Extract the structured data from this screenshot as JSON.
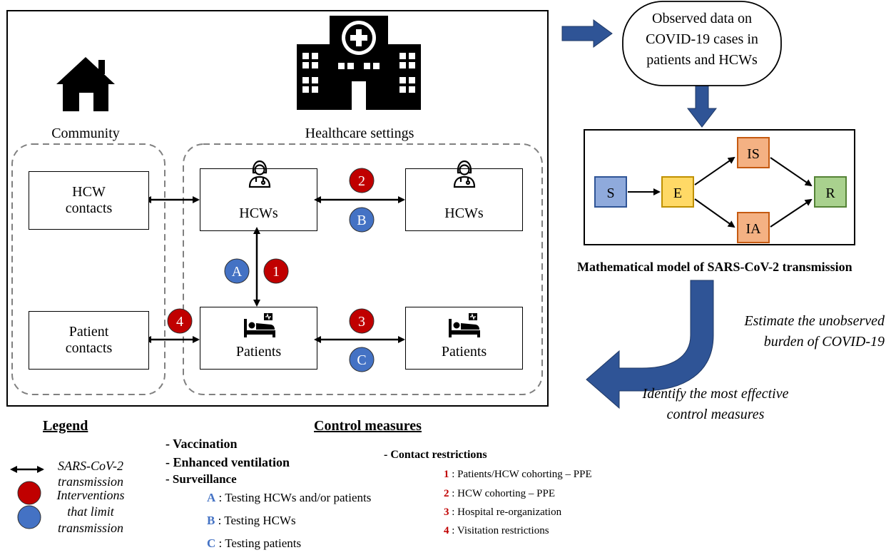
{
  "diagram": {
    "community_label": "Community",
    "healthcare_label": "Healthcare settings",
    "hcw_contacts": [
      "HCW",
      "contacts"
    ],
    "patient_contacts": [
      "Patient",
      "contacts"
    ],
    "hcws_left": "HCWs",
    "hcws_right": "HCWs",
    "patients_left": "Patients",
    "patients_right": "Patients",
    "badges": {
      "n1": "1",
      "n2": "2",
      "n3": "3",
      "n4": "4",
      "A": "A",
      "B": "B",
      "C": "C"
    }
  },
  "right_panel": {
    "observed": [
      "Observed data on",
      "COVID-19 cases in",
      "patients and HCWs"
    ],
    "model_states": {
      "S": "S",
      "E": "E",
      "IS": "IS",
      "IA": "IA",
      "R": "R"
    },
    "model_caption": "Mathematical model of SARS-CoV-2 transmission",
    "estimate": [
      "Estimate the unobserved",
      "burden of COVID-19"
    ],
    "identify": [
      "Identify the most effective",
      "control measures"
    ]
  },
  "legend": {
    "title": "Legend",
    "transmission": [
      "SARS-CoV-2",
      "transmission"
    ],
    "interventions": [
      "Interventions",
      "that limit",
      "transmission"
    ]
  },
  "control": {
    "title": "Control measures",
    "vaccination": "- Vaccination",
    "ventilation": "- Enhanced ventilation",
    "surveillance": "- Surveillance",
    "surv_items": [
      {
        "key": "A",
        "text": " : Testing HCWs and/or patients"
      },
      {
        "key": "B",
        "text": " : Testing HCWs"
      },
      {
        "key": "C",
        "text": " : Testing patients"
      }
    ],
    "contact": "- Contact restrictions",
    "contact_items": [
      {
        "key": "1",
        "text": " : Patients/HCW cohorting – PPE"
      },
      {
        "key": "2",
        "text": " : HCW cohorting – PPE"
      },
      {
        "key": "3",
        "text": " : Hospital re-organization"
      },
      {
        "key": "4",
        "text": " : Visitation restrictions"
      }
    ]
  },
  "colors": {
    "red": "#c00000",
    "blue": "#4472c4",
    "arrow_blue": "#2f5496",
    "S": "#8faadc",
    "E": "#ffd966",
    "I": "#f4b183",
    "R": "#a9d18e"
  }
}
